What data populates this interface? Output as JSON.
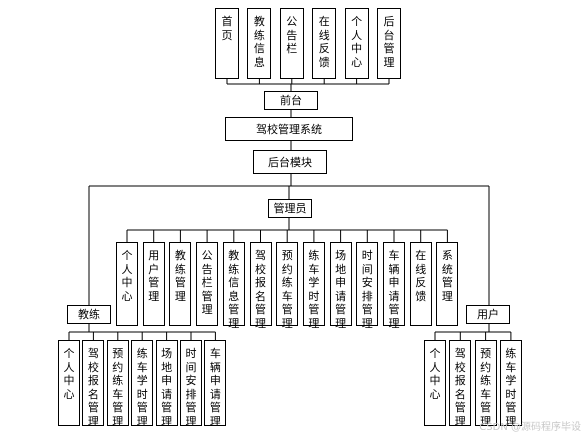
{
  "top_modules": [
    "首页",
    "教练信息",
    "公告栏",
    "在线反馈",
    "个人中心",
    "后台管理"
  ],
  "frontend": "前台",
  "system": "驾校管理系统",
  "backend": "后台模块",
  "admin": {
    "label": "管理员",
    "modules": [
      "个人中心",
      "用户管理",
      "教练管理",
      "公告栏管理",
      "教练信息管理",
      "驾校报名管理",
      "预约练车管理",
      "练车学时管理",
      "场地申请管理",
      "时间安排管理",
      "车辆申请管理",
      "在线反馈",
      "系统管理"
    ]
  },
  "coach": {
    "label": "教练",
    "modules": [
      "个人中心",
      "驾校报名管理",
      "预约练车管理",
      "练车学时管理",
      "场地申请管理",
      "时间安排管理",
      "车辆申请管理"
    ]
  },
  "user": {
    "label": "用户",
    "modules": [
      "个人中心",
      "驾校报名管理",
      "预约练车管理",
      "练车学时管理"
    ]
  },
  "watermark": "CSDN @源码程序毕设"
}
